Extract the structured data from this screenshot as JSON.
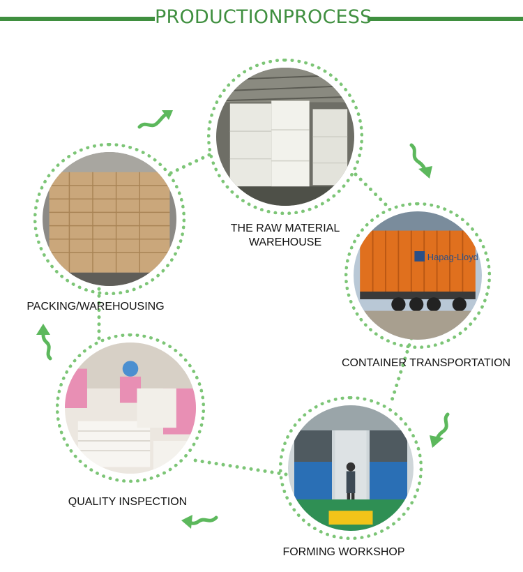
{
  "header": {
    "title": "PRODUCTIONPROCESS"
  },
  "colors": {
    "accent": "#3f8f3f",
    "dots": "#7cc576",
    "arrow": "#5cb85c"
  },
  "steps": [
    {
      "line1": "THE RAW MATERIAL",
      "line2": "WAREHOUSE"
    },
    {
      "line1": "CONTAINER TRANSPORTATION"
    },
    {
      "line1": "FORMING WORKSHOP"
    },
    {
      "line1": "QUALITY INSPECTION"
    },
    {
      "line1": "PACKING/WAREHOUSING"
    }
  ],
  "truck": {
    "brand": "Hapag-Lloyd"
  },
  "icons": [
    "green-curvy-arrow-icon"
  ]
}
